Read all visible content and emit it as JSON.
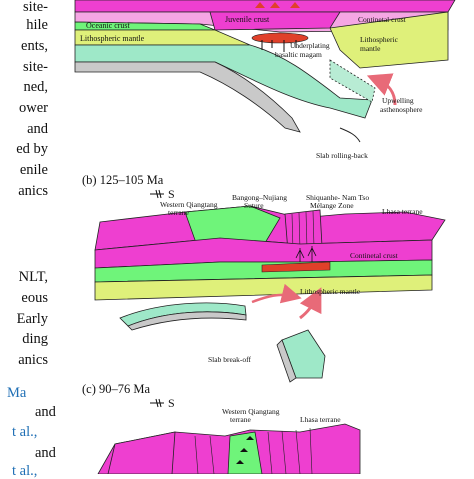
{
  "left_text": {
    "lines": [
      "site-",
      "hile",
      "ents,",
      "site-",
      "ned,",
      "ower",
      "and",
      "ed by",
      "enile",
      "anics",
      "NLT,",
      "eous",
      "Early",
      "ding",
      "anics"
    ],
    "ma_link": "Ma",
    "and_1": "and",
    "t_al_1": "t al.,",
    "and_2": "and",
    "t_al_2": "t al.,"
  },
  "panel_a": {
    "labels": {
      "oceanic_crust": "Oceanic crust",
      "juvenile_crust": "Juvenile crust",
      "continental_crust": "Continetal crust",
      "lithospheric_mantle_left": "Lithospheric mantle",
      "underplating": "Underplating basaltic magam",
      "lithospheric_mantle_right": "Lithospheric mantle",
      "upwelling": "Upwelling asthenosphere",
      "slab_rollback": "Slab rolling-back"
    }
  },
  "panel_b": {
    "title": "(b) 125–105 Ma",
    "direction": "S",
    "labels": {
      "western_qiangtang": "Western Qiangtang terrane",
      "bangong": "Bangong–Nujiang Suture",
      "shiquanhe": "Shiquanhe- Nam Tso Mélange Zone",
      "lhasa": "Lhasa terrane",
      "continental_crust": "Continetal crust",
      "lithospheric_mantle": "Lithospheric mantle",
      "slab_breakoff": "Slab break-off"
    }
  },
  "panel_c": {
    "title": "(c) 90–76 Ma",
    "direction": "S",
    "labels": {
      "western_qiangtang": "Western Qiangtang terrane",
      "lhasa": "Lhasa terrane"
    }
  },
  "colors": {
    "pink": "#ee3fd0",
    "green": "#6ff47a",
    "green_dark": "#3fc85a",
    "mantle": "#dff07a",
    "slab": "#9ee8c8",
    "grey": "#c9c9c9",
    "magma": "#e0402a",
    "arrow": "#e86a78"
  }
}
